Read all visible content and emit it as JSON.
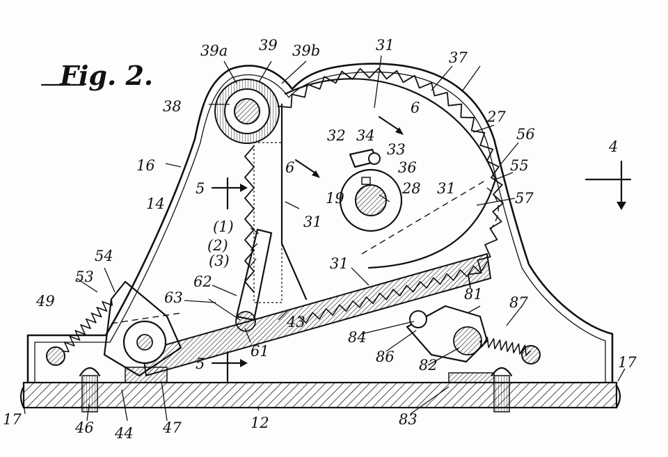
{
  "figure": {
    "title": "Fig. 2."
  },
  "labels": [
    {
      "id": "39a",
      "text": "39a"
    },
    {
      "id": "39",
      "text": "39"
    },
    {
      "id": "39b",
      "text": "39b"
    },
    {
      "id": "31-top",
      "text": "31"
    },
    {
      "id": "37",
      "text": "37"
    },
    {
      "id": "38",
      "text": "38"
    },
    {
      "id": "6-a",
      "text": "6"
    },
    {
      "id": "27",
      "text": "27"
    },
    {
      "id": "56",
      "text": "56"
    },
    {
      "id": "32",
      "text": "32"
    },
    {
      "id": "34",
      "text": "34"
    },
    {
      "id": "33",
      "text": "33"
    },
    {
      "id": "16",
      "text": "16"
    },
    {
      "id": "6-b",
      "text": "6"
    },
    {
      "id": "36",
      "text": "36"
    },
    {
      "id": "31-right",
      "text": "31"
    },
    {
      "id": "55",
      "text": "55"
    },
    {
      "id": "4",
      "text": "4"
    },
    {
      "id": "14",
      "text": "14"
    },
    {
      "id": "19",
      "text": "19"
    },
    {
      "id": "28",
      "text": "28"
    },
    {
      "id": "57",
      "text": "57"
    },
    {
      "id": "5-top",
      "text": "5"
    },
    {
      "id": "31-mid",
      "text": "31"
    },
    {
      "id": "pos1",
      "text": "(1)"
    },
    {
      "id": "pos2",
      "text": "(2)"
    },
    {
      "id": "pos3",
      "text": "(3)"
    },
    {
      "id": "54",
      "text": "54"
    },
    {
      "id": "31-low",
      "text": "31"
    },
    {
      "id": "53",
      "text": "53"
    },
    {
      "id": "62",
      "text": "62"
    },
    {
      "id": "81",
      "text": "81"
    },
    {
      "id": "87",
      "text": "87"
    },
    {
      "id": "49",
      "text": "49"
    },
    {
      "id": "63",
      "text": "63"
    },
    {
      "id": "43",
      "text": "43"
    },
    {
      "id": "84",
      "text": "84"
    },
    {
      "id": "61",
      "text": "61"
    },
    {
      "id": "5-bottom",
      "text": "5"
    },
    {
      "id": "86",
      "text": "86"
    },
    {
      "id": "82",
      "text": "82"
    },
    {
      "id": "17-right",
      "text": "17"
    },
    {
      "id": "17-left",
      "text": "17"
    },
    {
      "id": "46",
      "text": "46"
    },
    {
      "id": "44",
      "text": "44"
    },
    {
      "id": "47",
      "text": "47"
    },
    {
      "id": "12",
      "text": "12"
    },
    {
      "id": "83",
      "text": "83"
    }
  ]
}
